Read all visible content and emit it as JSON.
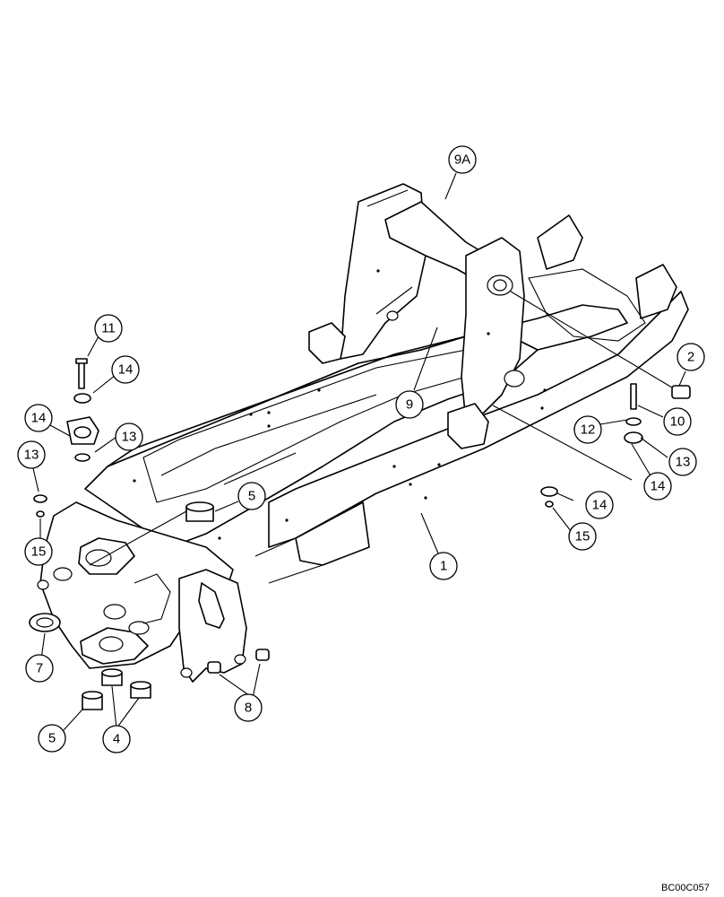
{
  "callouts": {
    "c9A": "9A",
    "c11": "11",
    "c14a": "14",
    "c14b": "14",
    "c13a": "13",
    "c13b": "13",
    "c15a": "15",
    "c5a": "5",
    "c7": "7",
    "c5b": "5",
    "c4": "4",
    "c8": "8",
    "c9": "9",
    "c1": "1",
    "c2": "2",
    "c10": "10",
    "c12": "12",
    "c13c": "13",
    "c14c": "14",
    "c14d": "14",
    "c15b": "15"
  },
  "figure_code": "BC00C057"
}
